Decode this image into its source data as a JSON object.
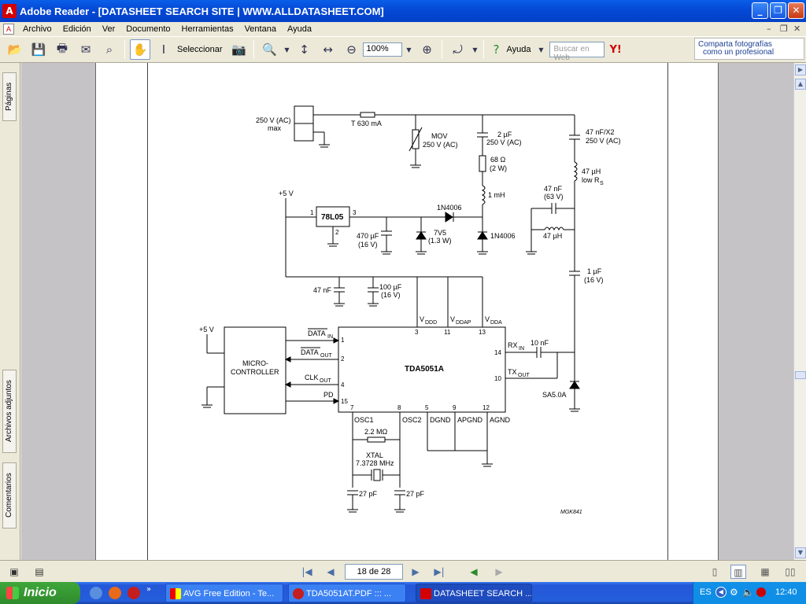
{
  "window": {
    "title": "Adobe Reader - [DATASHEET SEARCH SITE | WWW.ALLDATASHEET.COM]",
    "app_icon": "adobe-icon",
    "buttons": [
      "minimize",
      "maximize",
      "close"
    ]
  },
  "menu": {
    "items": [
      "Archivo",
      "Edición",
      "Ver",
      "Documento",
      "Herramientas",
      "Ventana",
      "Ayuda"
    ]
  },
  "toolbar": {
    "select_label": "Seleccionar",
    "zoom_value": "100%",
    "help_label": "Ayuda",
    "search_placeholder": "Buscar en Web",
    "ad_line1": "Comparta fotografías",
    "ad_line2": "como un profesional"
  },
  "side_tabs": [
    "Páginas",
    "Archivos adjuntos",
    "Comentarios"
  ],
  "navigation": {
    "page_indicator": "18 de 28"
  },
  "schematic": {
    "labels": {
      "mains": "250 V (AC)",
      "mains_max": "max",
      "fuse": "T 630 mA",
      "mov": "MOV",
      "mov_rating": "250 V (AC)",
      "c_2uf": "2 µF",
      "c_2uf_rating": "250 V (AC)",
      "r_68": "68 Ω",
      "r_68_power": "(2 W)",
      "l_1mh": "1 mH",
      "c_47nf_x2": "47 nF/X2",
      "c_47nf_x2_rating": "250 V (AC)",
      "l_47uh_top": "47 µH",
      "low_rs": "low R",
      "low_rs_sub": "S",
      "c_47nf_63": "47 nF",
      "c_47nf_63_rating": "(63 V)",
      "l_47uh_bottom": "47 µH",
      "c_1uf": "1 µF",
      "c_1uf_rating": "(16 V)",
      "plus5v_top": "+5 V",
      "regulator": "78L05",
      "reg_pin1": "1",
      "reg_pin2": "2",
      "reg_pin3": "3",
      "diode_1n4006_a": "1N4006",
      "diode_1n4006_b": "1N4006",
      "c_470uf": "470 µF",
      "c_470uf_rating": "(16 V)",
      "zener": "7V5",
      "zener_rating": "(1.3 W)",
      "c_47nf": "47 nF",
      "c_100uf": "100 µF",
      "c_100uf_rating": "(16 V)",
      "vddd": "V",
      "vddd_sub": "DDD",
      "vddap": "V",
      "vddap_sub": "DDAP",
      "vdda": "V",
      "vdda_sub": "DDA",
      "pin3": "3",
      "pin11": "11",
      "pin13": "13",
      "plus5v_left": "+5 V",
      "mcu_line1": "MICRO-",
      "mcu_line2": "CONTROLLER",
      "data_in": "DATA",
      "data_in_sub": "IN",
      "data_out": "DATA",
      "data_out_sub": "OUT",
      "clk_out": "CLK",
      "clk_out_sub": "OUT",
      "pd": "PD",
      "pin1": "1",
      "pin2": "2",
      "pin4": "4",
      "pin15": "15",
      "chip": "TDA5051A",
      "rx_in": "RX",
      "rx_in_sub": "IN",
      "tx_out": "TX",
      "tx_out_sub": "OUT",
      "pin14": "14",
      "pin10": "10",
      "c_10nf": "10 nF",
      "tvs": "SA5.0A",
      "pin7": "7",
      "pin8": "8",
      "pin5": "5",
      "pin9": "9",
      "pin12": "12",
      "osc1": "OSC1",
      "osc2": "OSC2",
      "dgnd": "DGND",
      "apgnd": "APGND",
      "agnd": "AGND",
      "r_22m": "2.2 MΩ",
      "xtal": "XTAL",
      "xtal_freq": "7.3728 MHz",
      "c_27pf_a": "27 pF",
      "c_27pf_b": "27 pF",
      "figure_code": "MGK841"
    }
  },
  "taskbar": {
    "start_label": "Inicio",
    "tasks": [
      "AVG Free Edition - Te...",
      "TDA5051AT.PDF ::: ...",
      "DATASHEET SEARCH ..."
    ],
    "language": "ES",
    "clock": "12:40"
  },
  "colors": {
    "titlebar": "#0449d6",
    "taskbar": "#245edb",
    "start": "#3ea63a",
    "viewer_bg": "#c6c3c6"
  }
}
